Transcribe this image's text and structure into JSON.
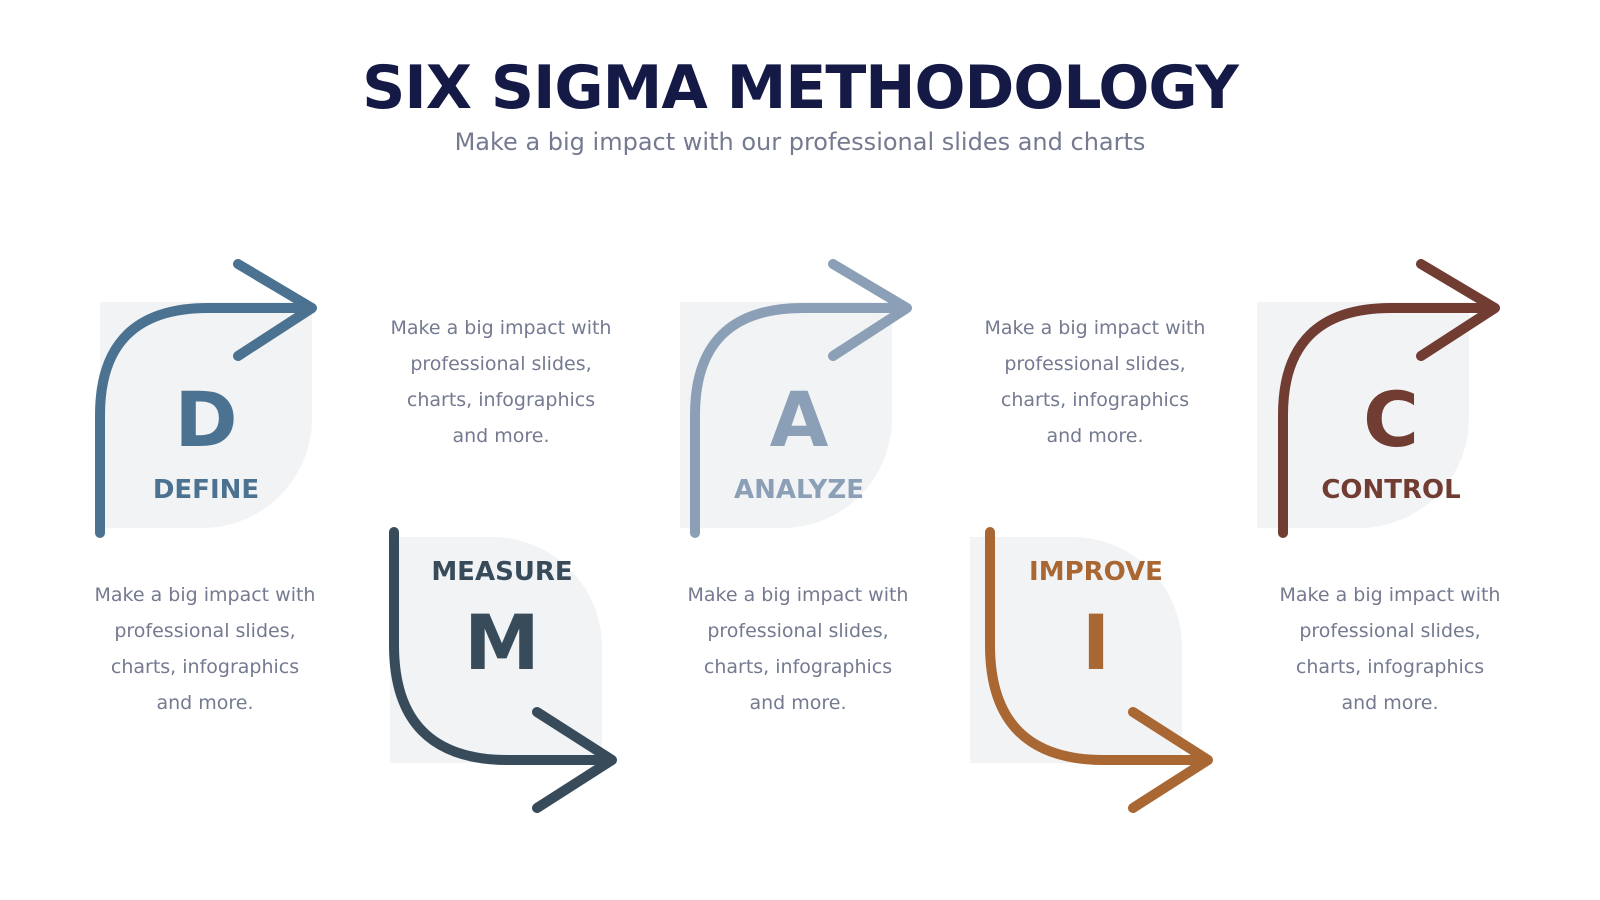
{
  "title": "SIX SIGMA METHODOLOGY",
  "subtitle": "Make a big impact with our professional slides and charts",
  "colors": {
    "title": "#141a45",
    "subtitle": "#747a90",
    "card_background": "#f1f3f5"
  },
  "steps": [
    {
      "letter": "D",
      "name": "DEFINE",
      "color": "#4b7290",
      "description": "Make a big impact with professional slides, charts, infographics and more."
    },
    {
      "letter": "M",
      "name": "MEASURE",
      "color": "#374b5a",
      "description": "Make a big impact with professional slides, charts, infographics and more."
    },
    {
      "letter": "A",
      "name": "ANALYZE",
      "color": "#8ba0b6",
      "description": "Make a big impact with professional slides, charts, infographics and more."
    },
    {
      "letter": "I",
      "name": "IMPROVE",
      "color": "#a86733",
      "description": "Make a big impact with professional slides, charts, infographics and more."
    },
    {
      "letter": "C",
      "name": "CONTROL",
      "color": "#713c32",
      "description": "Make a big impact with professional slides, charts, infographics and more."
    }
  ]
}
